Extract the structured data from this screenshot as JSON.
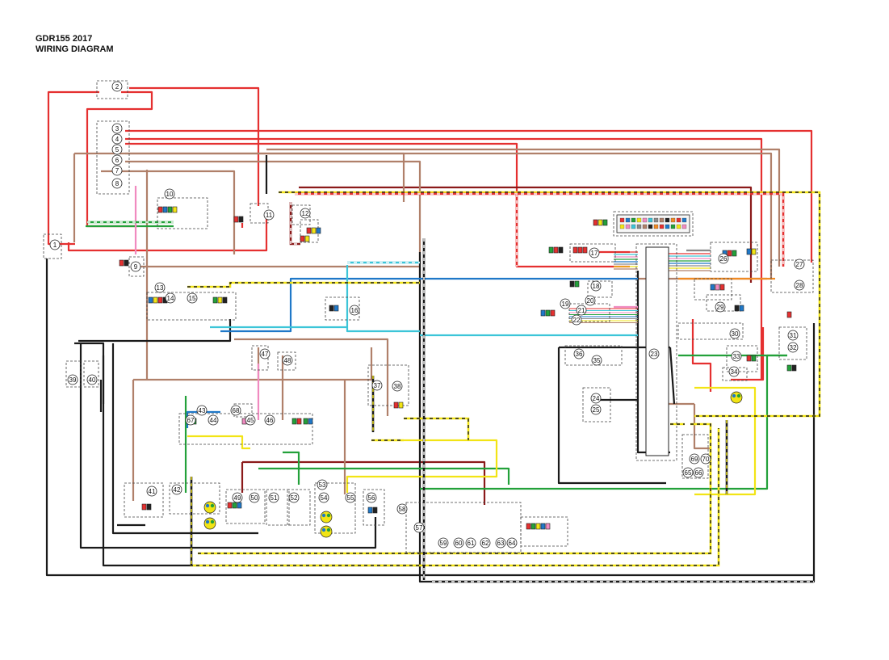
{
  "title": {
    "line1": "GDR155 2017",
    "line2": "WIRING DIAGRAM"
  },
  "wire_colors": {
    "red": "#e53030",
    "dark_red": "#8b1a1a",
    "brown": "#b0806a",
    "black": "#1a1a1a",
    "green": "#23a13a",
    "yellow": "#f2e415",
    "blue": "#1f78c8",
    "sky": "#3cc5d8",
    "pink": "#f08ac0",
    "orange": "#f08a24",
    "grey": "#8a8a8a"
  },
  "components": [
    {
      "id": "1"
    },
    {
      "id": "2"
    },
    {
      "id": "3"
    },
    {
      "id": "4"
    },
    {
      "id": "5"
    },
    {
      "id": "6"
    },
    {
      "id": "7"
    },
    {
      "id": "8"
    },
    {
      "id": "9"
    },
    {
      "id": "10"
    },
    {
      "id": "11"
    },
    {
      "id": "12"
    },
    {
      "id": "13"
    },
    {
      "id": "14"
    },
    {
      "id": "15"
    },
    {
      "id": "16"
    },
    {
      "id": "17"
    },
    {
      "id": "18"
    },
    {
      "id": "19"
    },
    {
      "id": "20"
    },
    {
      "id": "21"
    },
    {
      "id": "22"
    },
    {
      "id": "23"
    },
    {
      "id": "24"
    },
    {
      "id": "25"
    },
    {
      "id": "26"
    },
    {
      "id": "27"
    },
    {
      "id": "28"
    },
    {
      "id": "29"
    },
    {
      "id": "30"
    },
    {
      "id": "31"
    },
    {
      "id": "32"
    },
    {
      "id": "33"
    },
    {
      "id": "34"
    },
    {
      "id": "35"
    },
    {
      "id": "36"
    },
    {
      "id": "37"
    },
    {
      "id": "38"
    },
    {
      "id": "39"
    },
    {
      "id": "40"
    },
    {
      "id": "41"
    },
    {
      "id": "42"
    },
    {
      "id": "43"
    },
    {
      "id": "44"
    },
    {
      "id": "45"
    },
    {
      "id": "46"
    },
    {
      "id": "47"
    },
    {
      "id": "48"
    },
    {
      "id": "49"
    },
    {
      "id": "50"
    },
    {
      "id": "51"
    },
    {
      "id": "52"
    },
    {
      "id": "53"
    },
    {
      "id": "54"
    },
    {
      "id": "55"
    },
    {
      "id": "56"
    },
    {
      "id": "57"
    },
    {
      "id": "58"
    },
    {
      "id": "59"
    },
    {
      "id": "60"
    },
    {
      "id": "61"
    },
    {
      "id": "62"
    },
    {
      "id": "63"
    },
    {
      "id": "64"
    },
    {
      "id": "65"
    },
    {
      "id": "66"
    },
    {
      "id": "67"
    },
    {
      "id": "68"
    },
    {
      "id": "69"
    },
    {
      "id": "70"
    }
  ]
}
